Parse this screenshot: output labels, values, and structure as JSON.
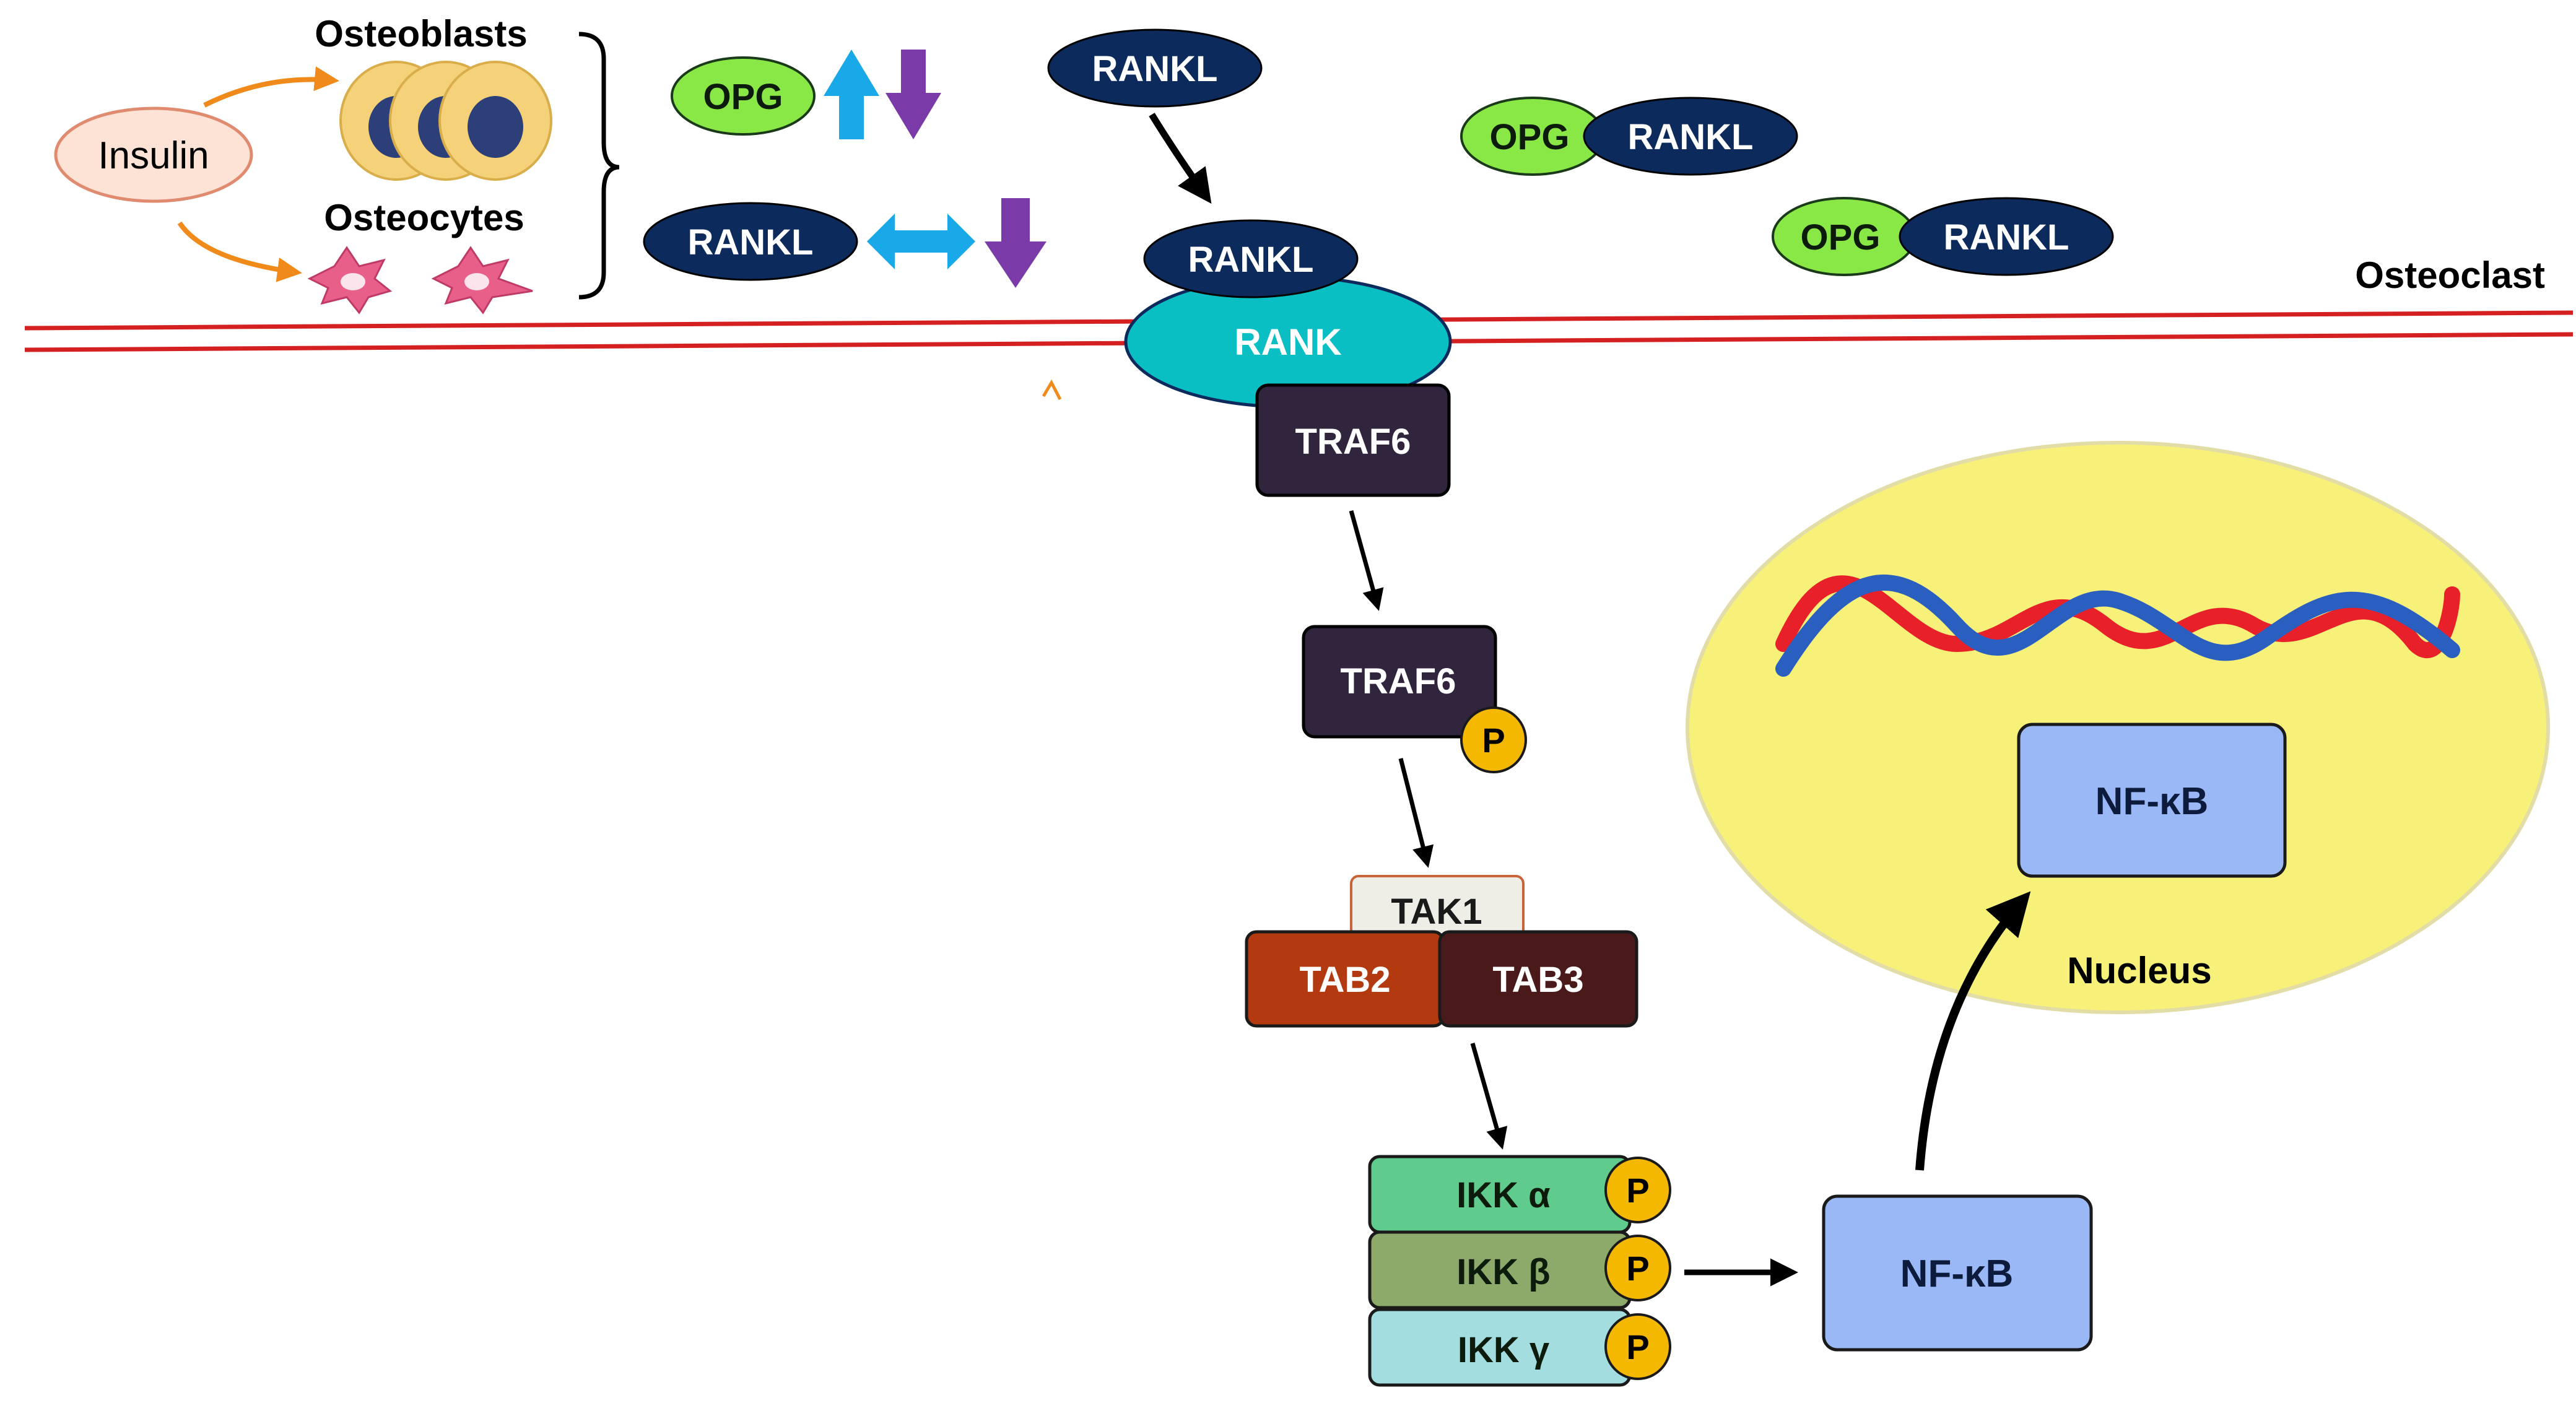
{
  "labels": {
    "insulin": "Insulin",
    "osteoblasts": "Osteoblasts",
    "osteocytes": "Osteocytes",
    "opg": "OPG",
    "rankl": "RANKL",
    "osteoclast": "Osteoclast",
    "rank": "RANK",
    "traf6": "TRAF6",
    "p": "P",
    "tak1": "TAK1",
    "tab2": "TAB2",
    "tab3": "TAB3",
    "ikk_alpha": "IKK α",
    "ikk_beta": "IKK β",
    "ikk_gamma": "IKK γ",
    "nfkb": "NF-κB",
    "nucleus": "Nucleus"
  },
  "colors": {
    "membrane": "#d42020",
    "rankl_fill": "#0d2a5c",
    "opg_fill": "#8ae846",
    "rank_fill": "#0abfc4",
    "traf6_fill": "#30253d",
    "p_fill": "#f5b800",
    "tak1_fill": "#eeeee6",
    "tab2_fill": "#b33a10",
    "tab3_fill": "#4a1a1a",
    "ikk_alpha_fill": "#5fcc8e",
    "ikk_beta_fill": "#8daa6a",
    "ikk_gamma_fill": "#a4dde0",
    "nfkb_fill": "#99b8f5",
    "nucleus_fill": "#f7f17a",
    "insulin_fill": "#fde3d5",
    "insulin_arrow": "#f08a1a",
    "up_arrow": "#19a8e8",
    "down_arrow": "#7a3aa8",
    "bidir_arrow": "#19a8e8",
    "dna_red": "#e8202a",
    "dna_blue": "#2a5fc0",
    "osteoblast_fill": "#f5d27a",
    "osteoblast_nucleus": "#2c3f78",
    "osteocyte_fill": "#e8608a"
  }
}
